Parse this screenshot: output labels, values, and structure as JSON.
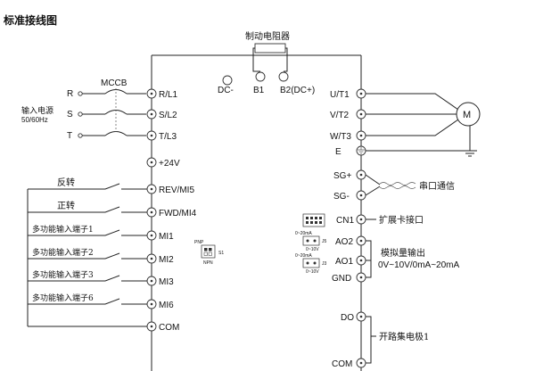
{
  "title": "标准接线图",
  "top": {
    "brake_resistor": "制动电阻器",
    "dc_minus": "DC-",
    "b1": "B1",
    "b2": "B2(DC+)"
  },
  "input": {
    "mccb": "MCCB",
    "phase_r": "R",
    "phase_s": "S",
    "phase_t": "T",
    "power_label": "输入电源",
    "freq_label": "50/60Hz",
    "term_r": "R/L1",
    "term_s": "S/L2",
    "term_t": "T/L3"
  },
  "control": {
    "plus24v": "+24V",
    "reverse": "反转",
    "forward": "正转",
    "rev_term": "REV/MI5",
    "fwd_term": "FWD/MI4",
    "mi1_label": "多功能输入端子1",
    "mi2_label": "多功能输入端子2",
    "mi3_label": "多功能输入端子3",
    "mi6_label": "多功能输入端子6",
    "mi1": "MI1",
    "mi2": "MI2",
    "mi3": "MI3",
    "mi6": "MI6",
    "com": "COM",
    "pnp": "PNP",
    "npn": "NPN",
    "s1": "S1"
  },
  "output": {
    "u": "U/T1",
    "v": "V/T2",
    "w": "W/T3",
    "e": "E",
    "motor": "M",
    "sg_plus": "SG+",
    "sg_minus": "SG-",
    "serial": "串口通信",
    "cn1": "CN1",
    "expansion": "扩展卡接口",
    "ao2": "AO2",
    "ao1": "AO1",
    "gnd": "GND",
    "j5": "J5",
    "j3": "J3",
    "ma_range_1": "0~20mA",
    "v_range_1": "0~10V",
    "ma_range_2": "0~20mA",
    "v_range_2": "0~10V",
    "analog_label": "模拟量输出",
    "analog_range": "0V~10V/0mA~20mA",
    "do": "DO",
    "com2": "COM",
    "oc_label": "开路集电极1"
  }
}
